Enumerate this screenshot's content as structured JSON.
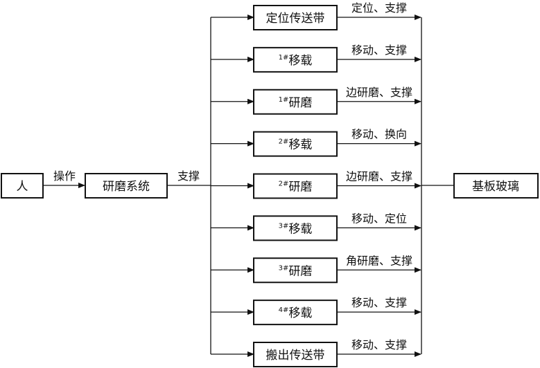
{
  "nodes": {
    "person": "人",
    "system": "研磨系统",
    "target": "基板玻璃"
  },
  "edges": {
    "operate": "操作",
    "support": "支撑"
  },
  "components": [
    {
      "name": "定位传送带",
      "sup": "",
      "func": "定位、支撑"
    },
    {
      "name": "移载",
      "sup": "1#",
      "func": "移动、支撑"
    },
    {
      "name": "研磨",
      "sup": "1#",
      "func": "边研磨、支撑"
    },
    {
      "name": "移载",
      "sup": "2#",
      "func": "移动、换向"
    },
    {
      "name": "研磨",
      "sup": "2#",
      "func": "边研磨、支撑"
    },
    {
      "name": "移载",
      "sup": "3#",
      "func": "移动、定位"
    },
    {
      "name": "研磨",
      "sup": "3#",
      "func": "角研磨、支撑"
    },
    {
      "name": "移载",
      "sup": "4#",
      "func": "移动、支撑"
    },
    {
      "name": "搬出传送带",
      "sup": "",
      "func": "移动、支撑"
    }
  ]
}
